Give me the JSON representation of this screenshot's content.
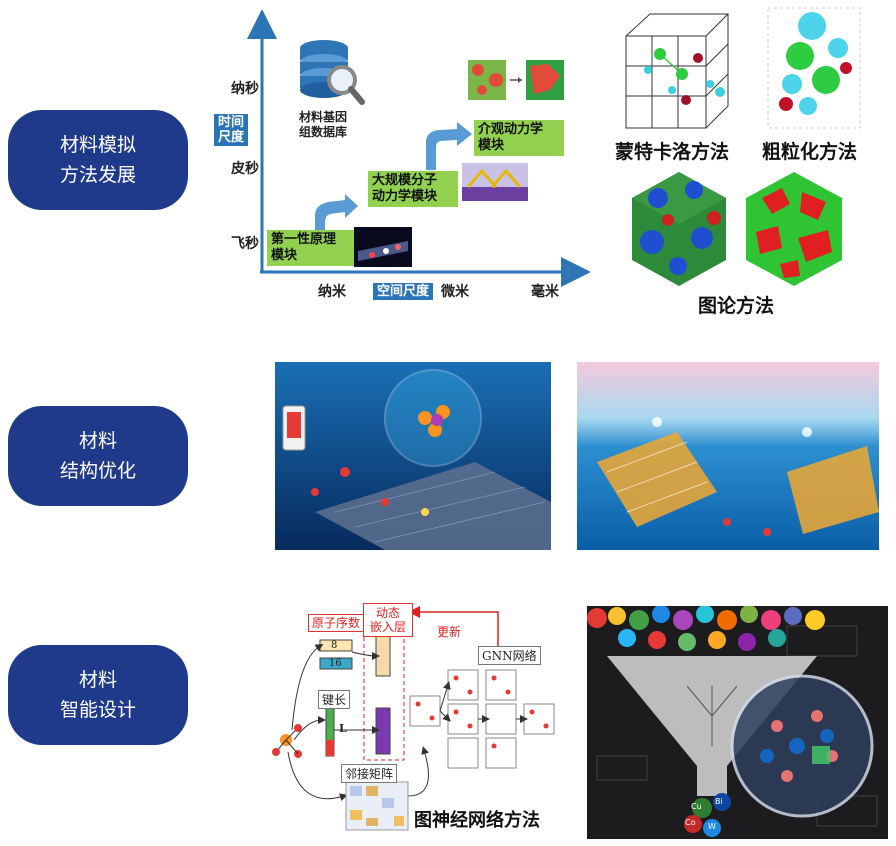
{
  "rows": [
    {
      "label_line1": "材料模拟",
      "label_line2": "方法发展"
    },
    {
      "label_line1": "材料",
      "label_line2": "结构优化"
    },
    {
      "label_line1": "材料",
      "label_line2": "智能设计"
    }
  ],
  "scale_chart": {
    "y_ticks": [
      "纳秒",
      "皮秒",
      "飞秒"
    ],
    "x_ticks": [
      "纳米",
      "微米",
      "毫米"
    ],
    "y_axis_label_line1": "时间",
    "y_axis_label_line2": "尺度",
    "x_axis_label": "空间尺度",
    "database_line1": "材料基因",
    "database_line2": "组数据库",
    "modules": [
      {
        "line1": "第一性原理",
        "line2": "模块"
      },
      {
        "line1": "大规模分子",
        "line2": "动力学模块"
      },
      {
        "line1": "介观动力学",
        "line2": "模块"
      }
    ]
  },
  "methods": {
    "monte_carlo": "蒙特卡洛方法",
    "coarse_grain": "粗粒化方法",
    "graph_theory": "图论方法"
  },
  "gnn": {
    "atomic_number": "原子序数",
    "dynamic_line1": "动态",
    "dynamic_line2": "嵌入层",
    "update": "更新",
    "network": "GNN网络",
    "bond_length": "键长",
    "adjacency": "邻接矩阵",
    "val_8": "8",
    "val_16": "16",
    "val_L": "L",
    "method_title": "图神经网络方法"
  },
  "funnel_elements": [
    "Cu",
    "Bi",
    "Co",
    "W"
  ],
  "colors": {
    "pill": "#1f3a8a",
    "axis": "#2e75b6",
    "module_green": "#92d050",
    "label_blue": "#2a74b8"
  }
}
